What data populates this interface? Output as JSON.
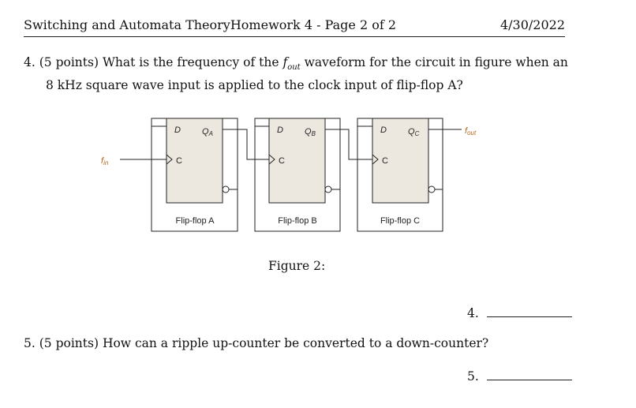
{
  "header": {
    "left": "Switching and Automata TheoryHomework 4 - Page 2 of 2",
    "right": "4/30/2022"
  },
  "question4": {
    "number": "4.",
    "points": "(5 points)",
    "text_before": "What is the frequency of the",
    "f_sym": "f",
    "f_sub": "out",
    "text_line1_after": "waveform for the circuit in figure when an",
    "text_line2": "8 kHz square wave input is applied to the clock input of flip-flop A?"
  },
  "figure": {
    "caption": "Figure 2:",
    "input_label": {
      "f": "f",
      "sub": "in"
    },
    "output_label": {
      "f": "f",
      "sub": "out"
    },
    "flipflops": [
      {
        "name": "Flip-flop A",
        "d": "D",
        "q": "Q",
        "q_sub": "A",
        "c": "C"
      },
      {
        "name": "Flip-flop B",
        "d": "D",
        "q": "Q",
        "q_sub": "B",
        "c": "C"
      },
      {
        "name": "Flip-flop C",
        "d": "D",
        "q": "Q",
        "q_sub": "C",
        "c": "C"
      }
    ]
  },
  "answer4": {
    "label": "4."
  },
  "question5": {
    "number": "5.",
    "points": "(5 points)",
    "text": "How can a ripple up-counter be converted to a down-counter?"
  },
  "answer5": {
    "label": "5."
  }
}
